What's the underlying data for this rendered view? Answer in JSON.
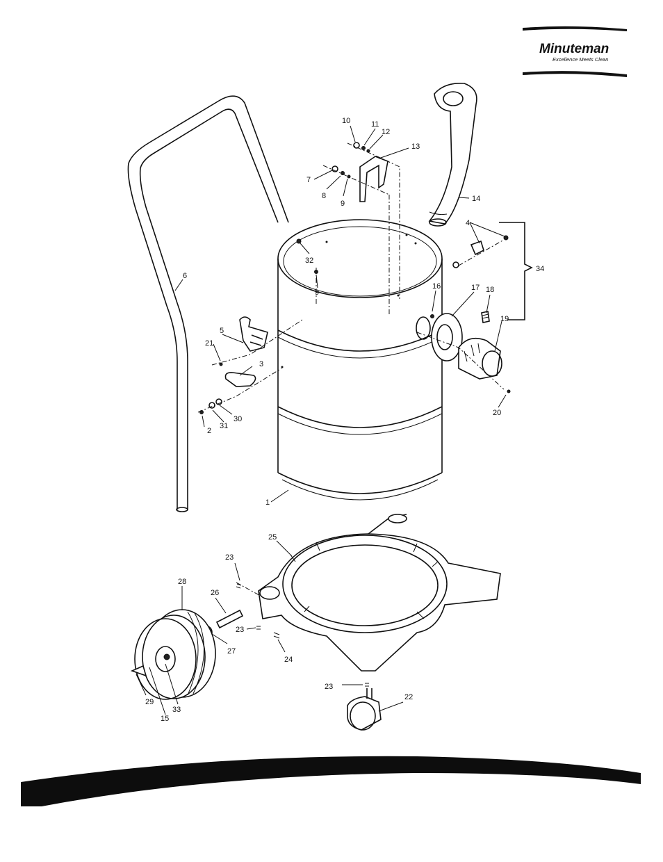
{
  "brand": {
    "name": "Minuteman",
    "tagline": "Excellence Meets Clean"
  },
  "diagram": {
    "callouts": [
      {
        "id": "c1",
        "label": "1"
      },
      {
        "id": "c2",
        "label": "2"
      },
      {
        "id": "c3",
        "label": "3"
      },
      {
        "id": "c4",
        "label": "4"
      },
      {
        "id": "c5",
        "label": "5"
      },
      {
        "id": "c6",
        "label": "6"
      },
      {
        "id": "c7",
        "label": "7"
      },
      {
        "id": "c8",
        "label": "8"
      },
      {
        "id": "c9a",
        "label": "9"
      },
      {
        "id": "c9b",
        "label": "9"
      },
      {
        "id": "c10",
        "label": "10"
      },
      {
        "id": "c11",
        "label": "11"
      },
      {
        "id": "c12",
        "label": "12"
      },
      {
        "id": "c13",
        "label": "13"
      },
      {
        "id": "c14",
        "label": "14"
      },
      {
        "id": "c15",
        "label": "15"
      },
      {
        "id": "c16",
        "label": "16"
      },
      {
        "id": "c17",
        "label": "17"
      },
      {
        "id": "c18",
        "label": "18"
      },
      {
        "id": "c19",
        "label": "19"
      },
      {
        "id": "c20",
        "label": "20"
      },
      {
        "id": "c21",
        "label": "21"
      },
      {
        "id": "c22",
        "label": "22"
      },
      {
        "id": "c23a",
        "label": "23"
      },
      {
        "id": "c23b",
        "label": "23"
      },
      {
        "id": "c23c",
        "label": "23"
      },
      {
        "id": "c24",
        "label": "24"
      },
      {
        "id": "c25",
        "label": "25"
      },
      {
        "id": "c26",
        "label": "26"
      },
      {
        "id": "c27",
        "label": "27"
      },
      {
        "id": "c28",
        "label": "28"
      },
      {
        "id": "c29",
        "label": "29"
      },
      {
        "id": "c30",
        "label": "30"
      },
      {
        "id": "c31",
        "label": "31"
      },
      {
        "id": "c32",
        "label": "32"
      },
      {
        "id": "c33",
        "label": "33"
      },
      {
        "id": "c34",
        "label": "34"
      }
    ]
  },
  "colors": {
    "ink": "#111111",
    "footer_swoosh": "#0d0d0d",
    "background": "#ffffff"
  }
}
